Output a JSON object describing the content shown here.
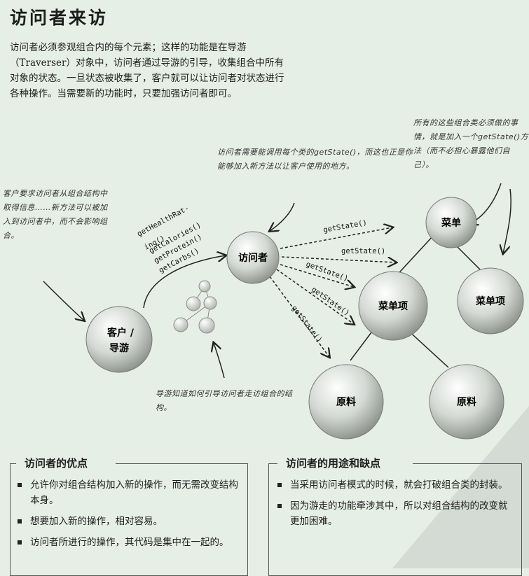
{
  "title": "访问者来访",
  "intro": "访问者必须参观组合内的每个元素；这样的功能是在导游（Traverser）对象中，访问者通过导游的引导，收集组合中所有对象的状态。一旦状态被收集了，客户就可以让访问者对状态进行各种操作。当需要新的功能时，只要加强访问者即可。",
  "annotations": {
    "client_note": "客户要求访问者从组合结构中取得信息……新方法可以被加入到访问者中，而不会影响组合。",
    "getstate_note": "访问者需要能调用每个类的getState()，而这也正是你能够加入新方法以让客户使用的地方。",
    "composite_note": "所有的这些组合类必须做的事情，就是加入一个getState()方法（而不必担心暴露他们自己）。",
    "traverser_note": "导游知道如何引导访问者走访组合的结构。"
  },
  "methods": [
    "getHealthRat-",
    "ing()",
    "getCalories()",
    "getProtein()",
    "getCarbs()"
  ],
  "nodes": {
    "client": [
      "客户 /",
      "导游"
    ],
    "visitor": "访问者",
    "menu": "菜单",
    "menu_item_1": "菜单项",
    "menu_item_2": "菜单项",
    "ingredient_1": "原料",
    "ingredient_2": "原料"
  },
  "edge_label": "getState()",
  "pros": {
    "title": "访问者的优点",
    "items": [
      "允许你对组合结构加入新的操作，而无需改变结构本身。",
      "想要加入新的操作，相对容易。",
      "访问者所进行的操作，其代码是集中在一起的。"
    ]
  },
  "cons": {
    "title": "访问者的用途和缺点",
    "items": [
      "当采用访问者模式的时候，就会打破组合类的封装。",
      "因为游走的功能牵涉其中，所以对组合结构的改变就更加困难。"
    ]
  }
}
